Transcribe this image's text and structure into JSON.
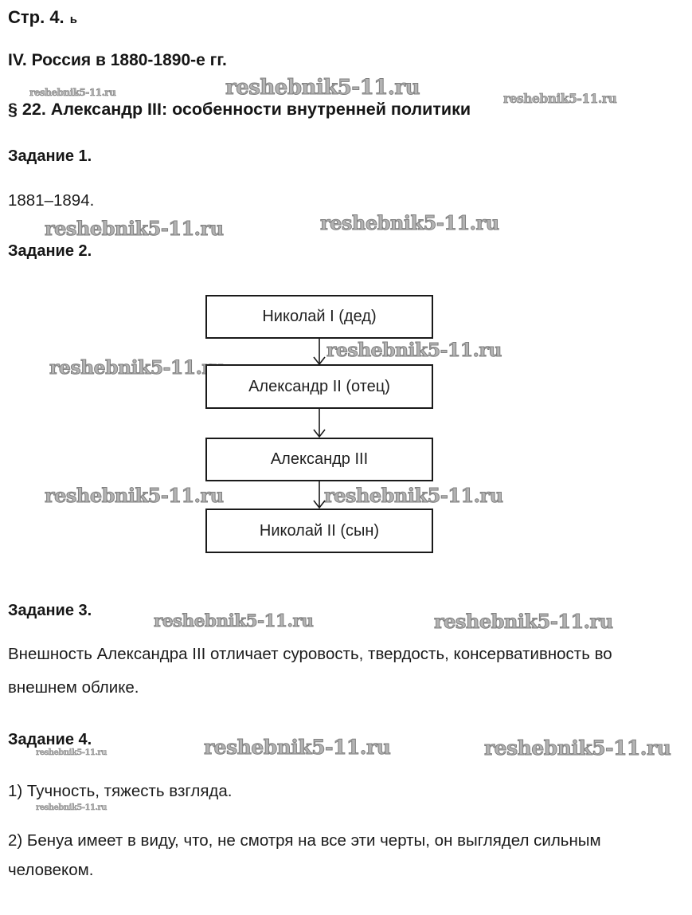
{
  "page": {
    "header": "Стр. 4.",
    "header_suffix": "ь",
    "section_title": "IV. Россия в 1880-1890-е гг.",
    "paragraph_title": "§ 22. Александр III: особенности внутренней политики"
  },
  "watermark": {
    "text": "reshebnik5-11.ru"
  },
  "tasks": {
    "task1": {
      "label": "Задание 1.",
      "answer": "1881–1894."
    },
    "task2": {
      "label": "Задание 2."
    },
    "task3": {
      "label": "Задание 3.",
      "answer_line1": "Внешность Александра III отличает суровость, твердость, консервативность во",
      "answer_line2": "внешнем облике."
    },
    "task4": {
      "label": "Задание 4.",
      "item1": "1) Тучность, тяжесть взгляда.",
      "item2_line1": "2) Бенуа имеет в виду, что, не смотря на все эти черты, он выглядел сильным",
      "item2_line2": "человеком."
    }
  },
  "diagram": {
    "nodes": [
      "Николай I (дед)",
      "Александр II (отец)",
      "Александр III",
      "Николай II (сын)"
    ]
  }
}
